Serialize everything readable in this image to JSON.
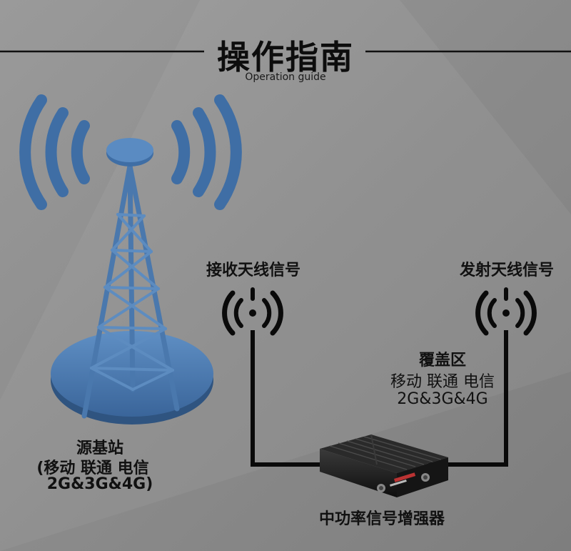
{
  "header": {
    "title": "操作指南",
    "subtitle": "Operation guide"
  },
  "nodes": {
    "receive_antenna_label": "接收天线信号",
    "transmit_antenna_label": "发射天线信号",
    "coverage": {
      "title": "覆盖区",
      "carriers": "移动 联通 电信",
      "bands": "2G&3G&4G"
    },
    "source_station": {
      "title": "源基站",
      "carriers": "(移动 联通 电信",
      "bands": "2G&3G&4G)"
    },
    "repeater_label": "中功率信号增强器"
  },
  "colors": {
    "tower_blue": "#4a78ad",
    "tower_dark": "#2f5480",
    "signal_black": "#0a0a0a",
    "background": "#8c8c8c"
  },
  "icons": [
    "tower-icon",
    "signal-wave-icon",
    "antenna-icon",
    "repeater-device-icon"
  ]
}
